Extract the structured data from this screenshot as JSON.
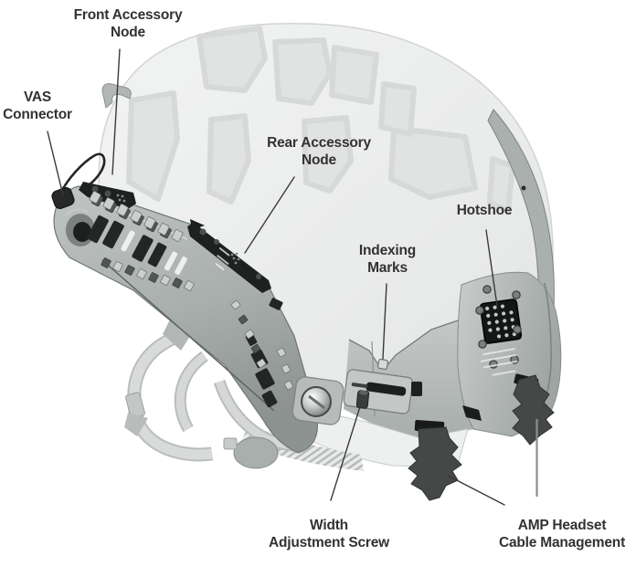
{
  "figure": {
    "background": "#ffffff",
    "subject_labels_count": "7"
  },
  "labels": {
    "front_accessory_node": "Front Accessory\nNode",
    "vas_connector": "VAS\nConnector",
    "rear_accessory_node": "Rear Accessory\nNode",
    "hotshoe": "Hotshoe",
    "indexing_marks": "Indexing\nMarks",
    "width_adjustment_screw": "Width\nAdjustment Screw",
    "amp_headset_cable_management": "AMP Headset\nCable Management"
  },
  "colors": {
    "label_text": "#343231",
    "leader_line": "#3b3a39",
    "leader_line_gray": "#8d8d8d",
    "helmet_shell": "#eaebeb",
    "velcro_patch": "#e1e3e3",
    "rail_gray": "#a9afad",
    "hardware_black": "#1b1d1c",
    "clip_dark": "#454a49",
    "strap_gray": "#d6d8d7"
  }
}
